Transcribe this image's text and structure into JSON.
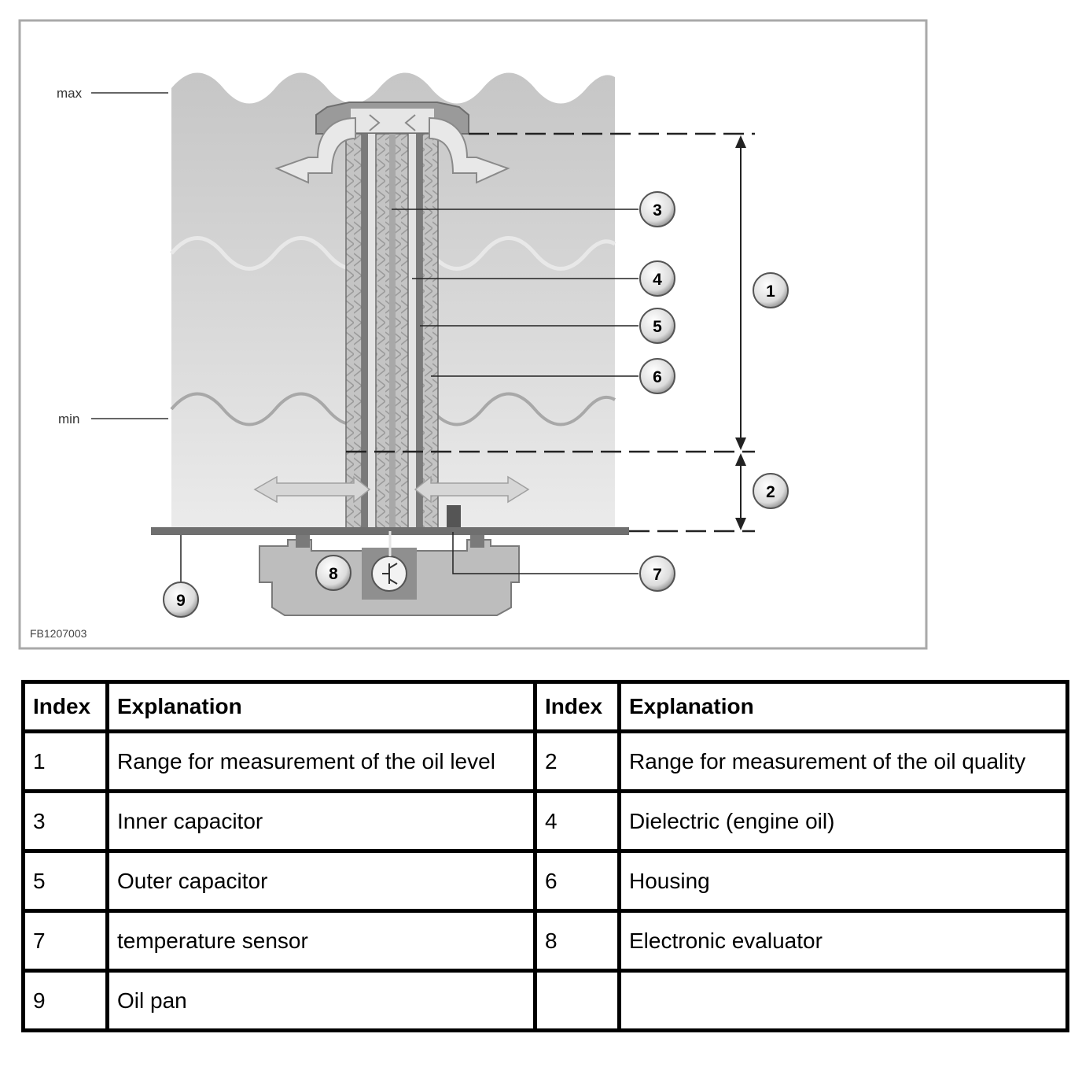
{
  "figure": {
    "label_max": "max",
    "label_min": "min",
    "figure_code": "FB1207003",
    "callouts": [
      "1",
      "2",
      "3",
      "4",
      "5",
      "6",
      "7",
      "8",
      "9"
    ]
  },
  "legend": {
    "headers": {
      "index": "Index",
      "explanation": "Explanation"
    },
    "rows": [
      {
        "i1": "1",
        "e1": "Range for measurement of the oil level",
        "i2": "2",
        "e2": "Range for measurement of the oil quality"
      },
      {
        "i1": "3",
        "e1": "Inner capacitor",
        "i2": "4",
        "e2": "Dielectric (engine oil)"
      },
      {
        "i1": "5",
        "e1": "Outer capacitor",
        "i2": "6",
        "e2": "Housing"
      },
      {
        "i1": "7",
        "e1": "temperature sensor",
        "i2": "8",
        "e2": "Electronic evaluator"
      },
      {
        "i1": "9",
        "e1": "Oil pan",
        "i2": "",
        "e2": ""
      }
    ]
  }
}
